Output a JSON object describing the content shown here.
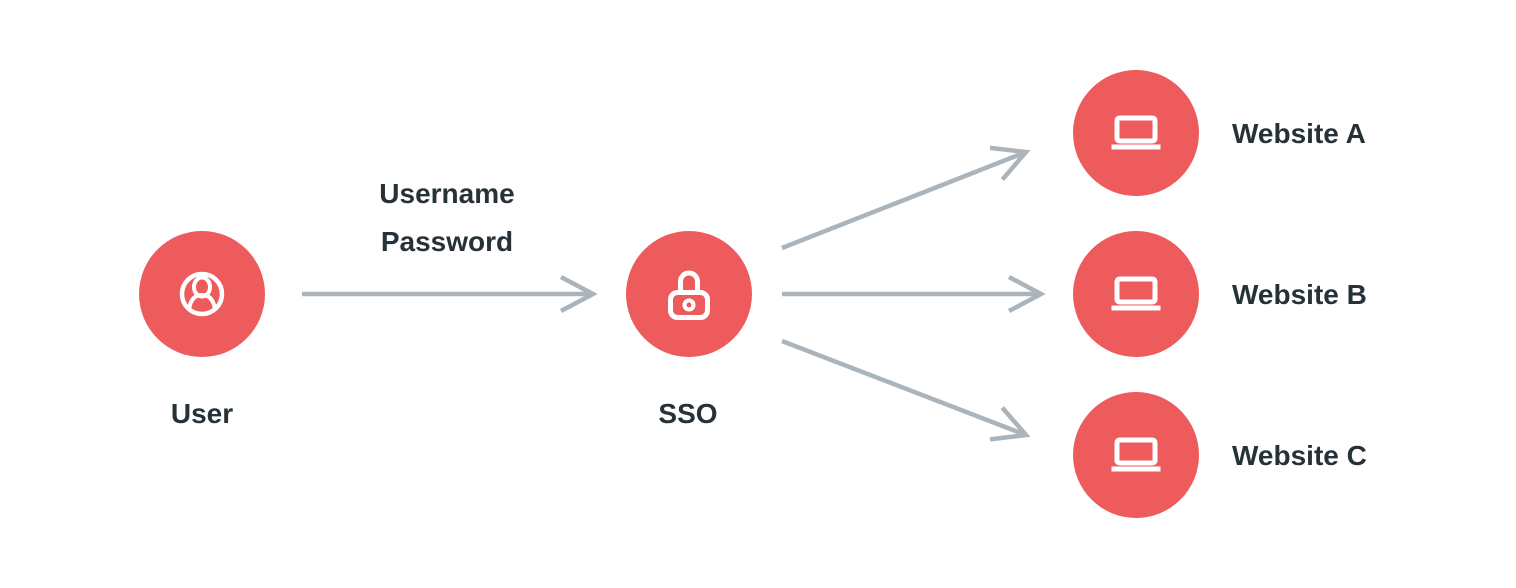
{
  "diagram": {
    "user": {
      "label": "User"
    },
    "credentials": {
      "line1": "Username",
      "line2": "Password"
    },
    "sso": {
      "label": "SSO"
    },
    "websites": [
      {
        "label": "Website A"
      },
      {
        "label": "Website B"
      },
      {
        "label": "Website C"
      }
    ],
    "colors": {
      "node_fill": "#ee5b5d",
      "icon_stroke": "#ffffff",
      "arrow": "#abb4ba",
      "label_text": "#263238",
      "background": "#ffffff"
    }
  }
}
